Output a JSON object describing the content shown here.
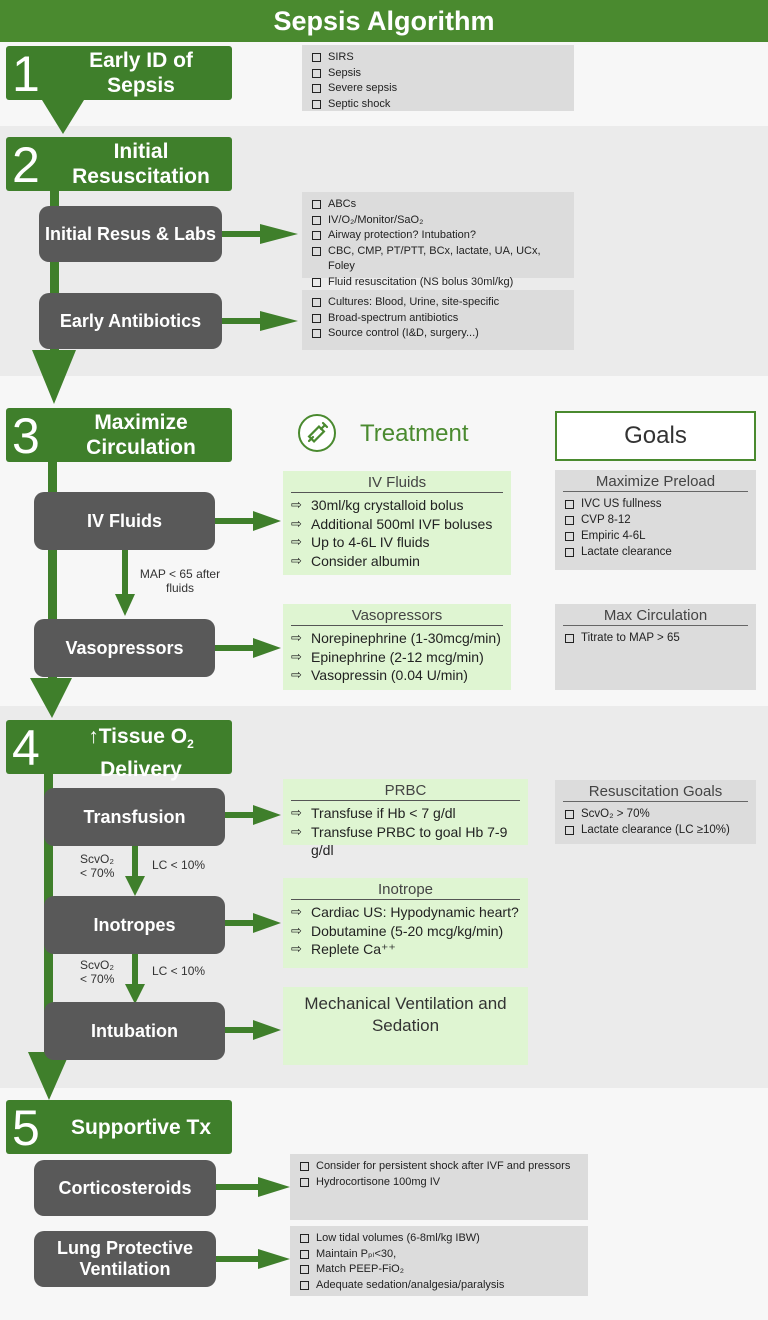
{
  "title": "Sepsis Algorithm",
  "steps": [
    {
      "num": "1",
      "title": "Early ID of Sepsis"
    },
    {
      "num": "2",
      "title": "Initial Resuscitation"
    },
    {
      "num": "3",
      "title": "Maximize Circulation"
    },
    {
      "num": "4",
      "title_pre": "↑Tissue O",
      "title_sub": "2",
      "title_post": "Delivery"
    },
    {
      "num": "5",
      "title": "Supportive Tx"
    }
  ],
  "step1": {
    "items": [
      "SIRS",
      "Sepsis",
      "Severe sepsis",
      "Septic shock"
    ]
  },
  "step2": {
    "initial": {
      "label": "Initial Resus & Labs",
      "items": [
        "ABCs",
        "IV/O₂/Monitor/SaO₂",
        "Airway protection? Intubation?",
        "CBC, CMP, PT/PTT, BCx, lactate, UA, UCx, Foley",
        "Fluid resuscitation (NS bolus 30ml/kg)"
      ]
    },
    "antibiotics": {
      "label": "Early Antibiotics",
      "items": [
        "Cultures: Blood, Urine, site-specific",
        "Broad-spectrum antibiotics",
        "Source control (I&D, surgery...)"
      ]
    }
  },
  "step3": {
    "treatment_label": "Treatment",
    "goals_label": "Goals",
    "ivfluids": {
      "label": "IV Fluids",
      "header": "IV Fluids",
      "items": [
        "30ml/kg crystalloid bolus",
        "Additional 500ml IVF boluses",
        "Up to 4-6L IV fluids",
        "Consider albumin"
      ]
    },
    "map_note": "MAP < 65 after fluids",
    "vasopressors": {
      "label": "Vasopressors",
      "header": "Vasopressors",
      "items": [
        "Norepinephrine (1-30mcg/min)",
        "Epinephrine (2-12 mcg/min)",
        "Vasopressin (0.04 U/min)"
      ]
    },
    "preload": {
      "header": "Maximize Preload",
      "items": [
        "IVC US fullness",
        "CVP  8-12",
        "Empiric 4-6L",
        "Lactate clearance"
      ]
    },
    "maxcirc": {
      "header": "Max Circulation",
      "items": [
        "Titrate to MAP > 65"
      ]
    }
  },
  "step4": {
    "transfusion": {
      "label": "Transfusion",
      "header": "PRBC",
      "items": [
        "Transfuse if Hb < 7 g/dl",
        "Transfuse PRBC to goal Hb 7-9 g/dl"
      ]
    },
    "cond_scvo2": "ScvO₂ < 70%",
    "cond_lc": "LC < 10%",
    "inotropes": {
      "label": "Inotropes",
      "header": "Inotrope",
      "items": [
        "Cardiac US: Hypodynamic heart?",
        "Dobutamine (5-20 mcg/kg/min)",
        "Replete Ca⁺⁺"
      ]
    },
    "intubation": {
      "label": "Intubation",
      "text": "Mechanical Ventilation and Sedation"
    },
    "resus_goals": {
      "header": "Resuscitation Goals",
      "items": [
        "ScvO₂ > 70%",
        "Lactate clearance (LC ≥10%)"
      ]
    }
  },
  "step5": {
    "corticosteroids": {
      "label": "Corticosteroids",
      "items": [
        "Consider for persistent shock after IVF and pressors",
        "Hydrocortisone 100mg IV"
      ]
    },
    "lungprotective": {
      "label": "Lung Protective Ventilation",
      "items": [
        "Low tidal volumes (6-8ml/kg IBW)",
        "Maintain Pₚₗ<30,",
        "Match PEEP-FiO₂",
        "Adequate sedation/analgesia/paralysis"
      ]
    }
  },
  "colors": {
    "green": "#3f7f2b",
    "dark_grey": "#595959",
    "light_green": "#dff5d2",
    "light_grey": "#dcdcdc"
  }
}
